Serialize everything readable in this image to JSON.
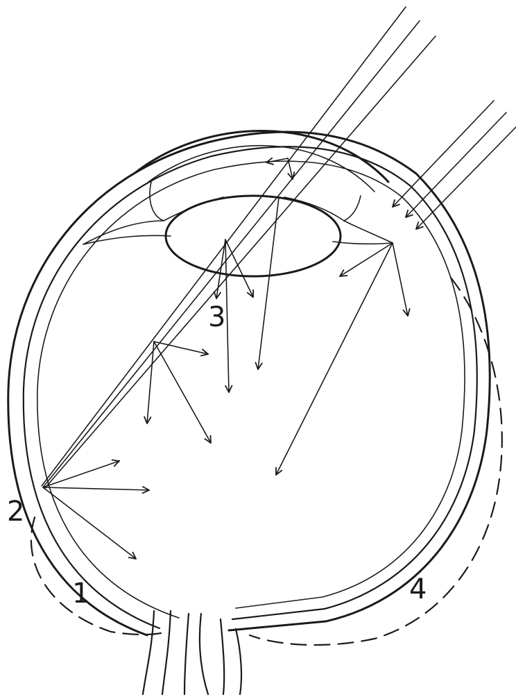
{
  "labels": {
    "one": "1",
    "two": "2",
    "three": "3",
    "four": "4"
  },
  "colors": {
    "ink": "#1a1a1a",
    "paper": "#ffffff"
  }
}
